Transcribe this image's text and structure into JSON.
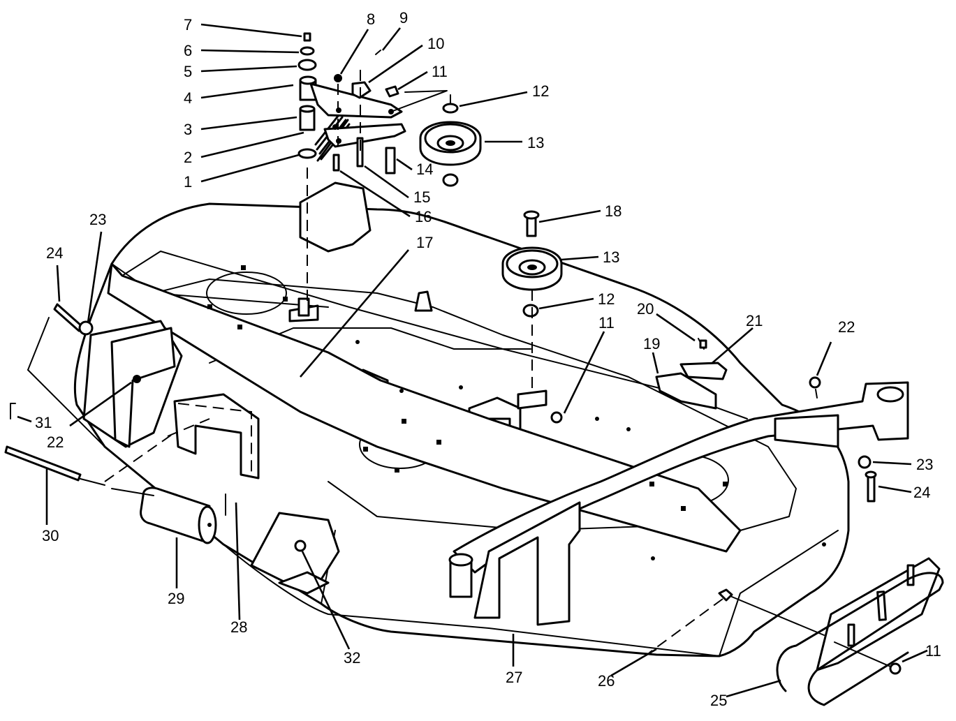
{
  "callouts": [
    {
      "id": "c7",
      "text": "7"
    },
    {
      "id": "c6",
      "text": "6"
    },
    {
      "id": "c5",
      "text": "5"
    },
    {
      "id": "c4",
      "text": "4"
    },
    {
      "id": "c3",
      "text": "3"
    },
    {
      "id": "c2",
      "text": "2"
    },
    {
      "id": "c1",
      "text": "1"
    },
    {
      "id": "c8",
      "text": "8"
    },
    {
      "id": "c9",
      "text": "9"
    },
    {
      "id": "c10",
      "text": "10"
    },
    {
      "id": "c11a",
      "text": "11"
    },
    {
      "id": "c12a",
      "text": "12"
    },
    {
      "id": "c13a",
      "text": "13"
    },
    {
      "id": "c14",
      "text": "14"
    },
    {
      "id": "c15",
      "text": "15"
    },
    {
      "id": "c16",
      "text": "16"
    },
    {
      "id": "c17",
      "text": "17"
    },
    {
      "id": "c18",
      "text": "18"
    },
    {
      "id": "c13b",
      "text": "13"
    },
    {
      "id": "c12b",
      "text": "12"
    },
    {
      "id": "c11b",
      "text": "11"
    },
    {
      "id": "c20",
      "text": "20"
    },
    {
      "id": "c21",
      "text": "21"
    },
    {
      "id": "c19",
      "text": "19"
    },
    {
      "id": "c22a",
      "text": "22"
    },
    {
      "id": "c23a",
      "text": "23"
    },
    {
      "id": "c24a",
      "text": "24"
    },
    {
      "id": "c22b",
      "text": "22"
    },
    {
      "id": "c23b",
      "text": "23"
    },
    {
      "id": "c24b",
      "text": "24"
    },
    {
      "id": "c31",
      "text": "31"
    },
    {
      "id": "c30",
      "text": "30"
    },
    {
      "id": "c29",
      "text": "29"
    },
    {
      "id": "c28",
      "text": "28"
    },
    {
      "id": "c32",
      "text": "32"
    },
    {
      "id": "c27",
      "text": "27"
    },
    {
      "id": "c26",
      "text": "26"
    },
    {
      "id": "c25",
      "text": "25"
    },
    {
      "id": "c11c",
      "text": "11"
    }
  ]
}
